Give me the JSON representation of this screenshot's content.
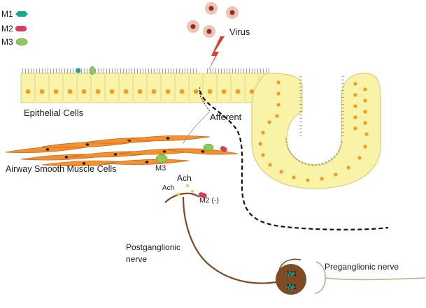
{
  "legend": {
    "items": [
      {
        "label": "M1",
        "color": "#19a58f",
        "shape": "hexagon"
      },
      {
        "label": "M2",
        "color": "#d93b5c",
        "shape": "pill"
      },
      {
        "label": "M3",
        "color": "#8ec859",
        "shape": "ellipse"
      }
    ]
  },
  "labels": {
    "virus": "Virus",
    "epithelial": "Epithelial Cells",
    "afferent": "Afferent",
    "smooth_muscle": "Airway Smooth Muscle Cells",
    "m3_tag": "M3",
    "ach_top": "Ach",
    "ach_left": "Ach",
    "m2_tag": "M2 (-)",
    "postganglionic_1": "Postganglionic",
    "postganglionic_2": "nerve",
    "preganglionic": "Preganglionic nerve",
    "ganglion_m1_a": "M1",
    "ganglion_m1_b": "M1"
  },
  "colors": {
    "epithelium_fill": "#f8f3a6",
    "epithelium_stroke": "#d6d07a",
    "nucleus": "#f39a23",
    "muscle_fill": "#f2912f",
    "muscle_stroke": "#c8661a",
    "nerve": "#7a4a22",
    "ganglion": "#7d4c24",
    "virus_outer": "#e9c6b7",
    "virus_inner": "#9a2a1a",
    "lightning": "#e23b28",
    "afferent": "#111111"
  }
}
